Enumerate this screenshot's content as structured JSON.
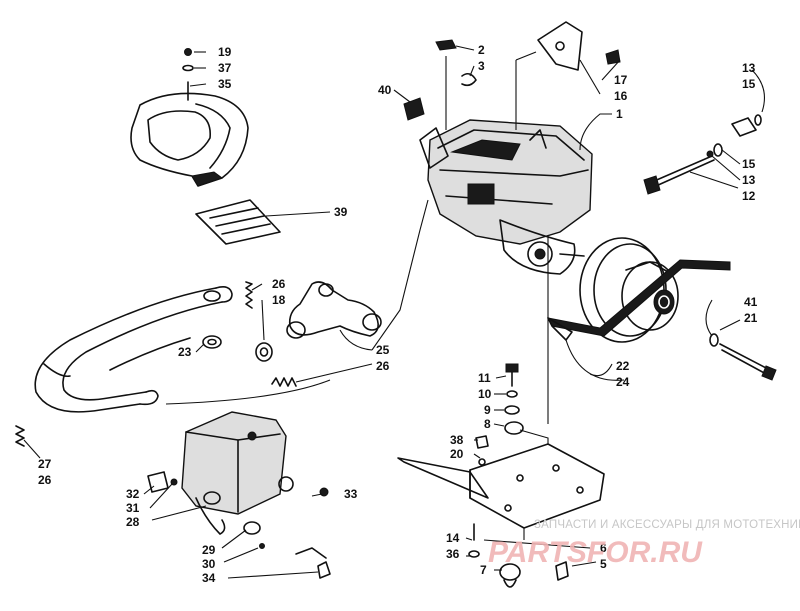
{
  "callouts": [
    {
      "n": "19"
    },
    {
      "n": "37"
    },
    {
      "n": "35"
    },
    {
      "n": "2"
    },
    {
      "n": "3"
    },
    {
      "n": "40"
    },
    {
      "n": "17"
    },
    {
      "n": "16"
    },
    {
      "n": "1"
    },
    {
      "n": "13"
    },
    {
      "n": "15"
    },
    {
      "n": "15"
    },
    {
      "n": "13"
    },
    {
      "n": "12"
    },
    {
      "n": "39"
    },
    {
      "n": "26"
    },
    {
      "n": "18"
    },
    {
      "n": "23"
    },
    {
      "n": "25"
    },
    {
      "n": "26"
    },
    {
      "n": "41"
    },
    {
      "n": "21"
    },
    {
      "n": "22"
    },
    {
      "n": "24"
    },
    {
      "n": "11"
    },
    {
      "n": "10"
    },
    {
      "n": "9"
    },
    {
      "n": "8"
    },
    {
      "n": "38"
    },
    {
      "n": "20"
    },
    {
      "n": "27"
    },
    {
      "n": "26"
    },
    {
      "n": "32"
    },
    {
      "n": "31"
    },
    {
      "n": "28"
    },
    {
      "n": "33"
    },
    {
      "n": "29"
    },
    {
      "n": "30"
    },
    {
      "n": "34"
    },
    {
      "n": "14"
    },
    {
      "n": "36"
    },
    {
      "n": "6"
    },
    {
      "n": "5"
    },
    {
      "n": "7"
    }
  ],
  "watermark": {
    "caption": "ЗАПЧАСТИ И АКСЕССУАРЫ ДЛЯ МОТОТЕХНИКИ",
    "brand": "PARTSFOR.RU"
  }
}
